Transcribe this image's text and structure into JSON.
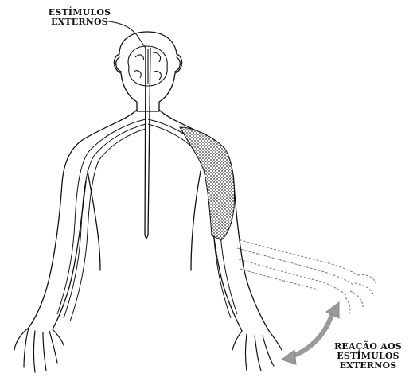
{
  "labels": {
    "stimulus": {
      "line1": "ESTÍMULOS",
      "line2": "EXTERNOS"
    },
    "reaction": {
      "line1": "REAÇÃO AOS",
      "line2": "ESTÍMULOS",
      "line3": "EXTERNOS"
    }
  },
  "colors": {
    "ink": "#111111",
    "shade": "#555555",
    "arrow": "#9a9a9a",
    "background": "#ffffff"
  }
}
